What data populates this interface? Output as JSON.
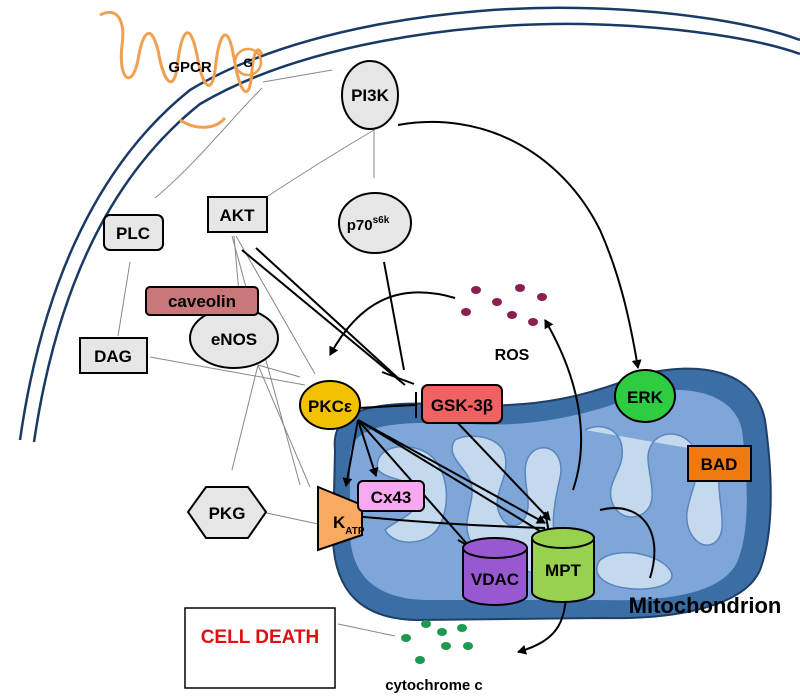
{
  "nodes": {
    "gpcr": "GPCR",
    "g_protein": "G",
    "pi3k": "PI3K",
    "plc": "PLC",
    "akt": "AKT",
    "p70": {
      "base": "p70",
      "sup": "s6k"
    },
    "caveolin": "caveolin",
    "enos": "eNOS",
    "dag": "DAG",
    "ros": "ROS",
    "pkce": "PKCε",
    "gsk3b": "GSK-3β",
    "erk": "ERK",
    "bad": "BAD",
    "pkg": "PKG",
    "cx43": "Cx43",
    "katp": {
      "base": "K",
      "sub": "ATP"
    },
    "vdac": "VDAC",
    "mpt": "MPT",
    "mitochondrion": "Mitochondrion",
    "cell_death": "CELL DEATH",
    "cytochrome_c": "cytochrome c"
  },
  "colors": {
    "gpcr_stroke": "#F0A050",
    "grey_box": "#E6E6E6",
    "caveolin": "#C87878",
    "pkce": "#F2C200",
    "gsk3b": "#F06262",
    "erk": "#2ECC40",
    "bad": "#F07A10",
    "cx43": "#F8A8F0",
    "katp": "#F8AA60",
    "vdac": "#9858D0",
    "mpt": "#98D050",
    "mito_outer": "#3A6EA5",
    "mito_inner": "#7EA6D8",
    "mito_cristae": "#C4D8EE",
    "ros_dots": "#8B2050",
    "cyto_dots": "#1E9A50",
    "cell_death_text": "#E01010"
  }
}
